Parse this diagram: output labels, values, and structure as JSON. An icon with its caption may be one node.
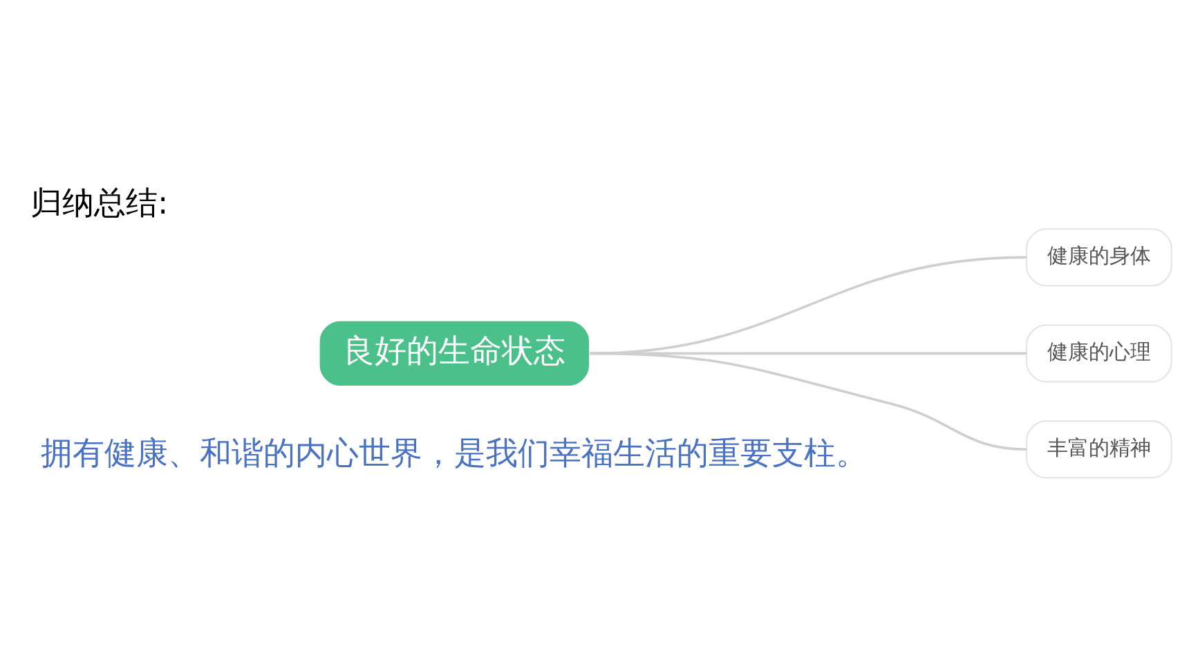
{
  "diagram": {
    "title": "归纳总结:",
    "caption": "拥有健康、和谐的内心世界，是我们幸福生活的重要支柱。",
    "nodes": [
      {
        "text": [
          "良好的生命状态"
        ]
      },
      {
        "text": [
          "健康的身体"
        ]
      },
      {
        "text": [
          "健康的心理"
        ]
      },
      {
        "text": [
          "丰富的精神"
        ]
      }
    ],
    "edges": [
      {
        "from": 0,
        "to": 1,
        "arrow": "none"
      },
      {
        "from": 0,
        "to": 2,
        "arrow": "none"
      },
      {
        "from": 0,
        "to": 3,
        "arrow": "none"
      }
    ]
  }
}
